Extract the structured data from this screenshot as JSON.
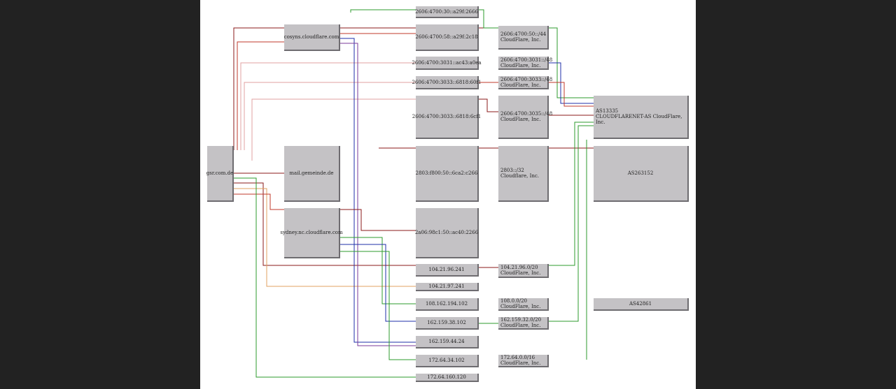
{
  "hosts": {
    "source": "gsr.com.de",
    "mail": "mail.gemeinde.de",
    "cloudflare_1": "cosyns.cloudflare.com",
    "cloudflare_2": "sydney.nc.cloudflare.com"
  },
  "ips": [
    "2606:4700:30::a29f:2666",
    "2606:4700:58::a29f:2c18",
    "2606:4700:3031::ac43:a0ea",
    "2606:4700:3033::6818:60f1",
    "2606:4700:3033::6818:6cf1",
    "2803:f800:50::6ca2:c266",
    "2a06:98c1:50::ac40:2266",
    "104.21.96.241",
    "104.21.97.241",
    "108.162.194.102",
    "162.159.38.102",
    "162.159.44.24",
    "172.64.34.102",
    "172.64.160.120"
  ],
  "prefixes": [
    {
      "cidr": "2606:4700:50::/44",
      "org": "CloudFlare, Inc."
    },
    {
      "cidr": "2606:4700:3031::/48",
      "org": "CloudFlare, Inc."
    },
    {
      "cidr": "2606:4700:3033::/48",
      "org": "CloudFlare, Inc."
    },
    {
      "cidr": "2606:4700:3035::/48",
      "org": "CloudFlare, Inc."
    },
    {
      "cidr": "2803::/32",
      "org": "Cloudflare, Inc."
    },
    {
      "cidr": "104.21.96.0/20",
      "org": "CloudFlare, Inc."
    },
    {
      "cidr": "108.0.0/20",
      "org": "CloudFlare, Inc."
    },
    {
      "cidr": "162.159.32.0/20",
      "org": "CloudFlare, Inc."
    },
    {
      "cidr": "172.64.0.0/16",
      "org": "CloudFlare, Inc."
    }
  ],
  "as": {
    "cloudflare": {
      "number": "AS13335",
      "name": "CLOUDFLARENET-AS CloudFlare, Inc."
    },
    "as263152": "AS263152",
    "as42861": "AS42861"
  },
  "colors": {
    "dark_red": "#8b1a1a",
    "red": "#c0392b",
    "green": "#2e9b2e",
    "blue": "#1f2fa8",
    "purple": "#7a3a9a",
    "pink": "#e0a0a0",
    "orange": "#e0a060"
  }
}
